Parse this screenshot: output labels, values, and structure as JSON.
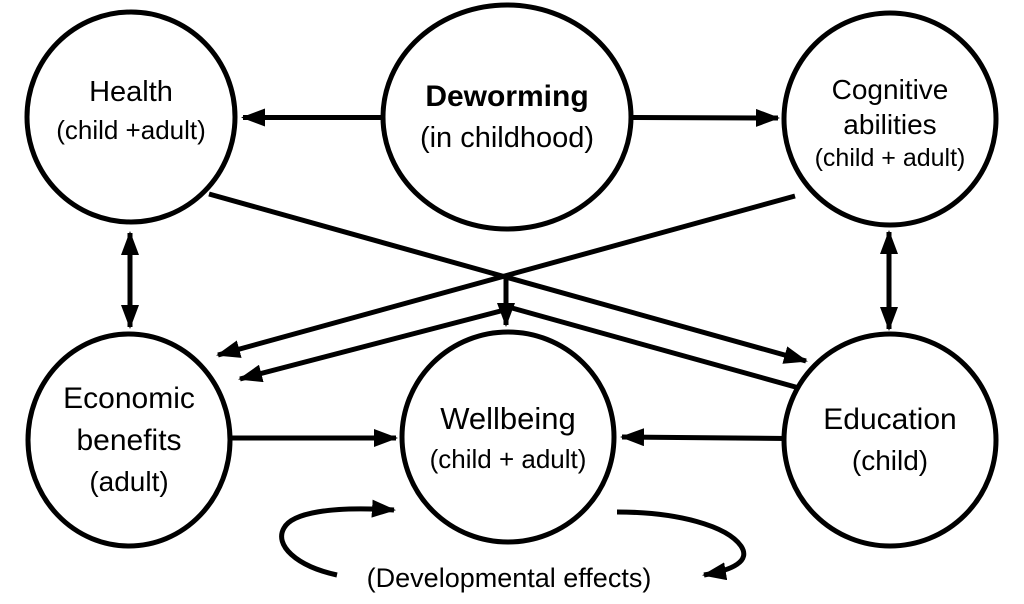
{
  "nodes": {
    "deworming": {
      "line1": "Deworming",
      "line2": "(in childhood)"
    },
    "health": {
      "line1": "Health",
      "line2": "(child +adult)"
    },
    "cognitive": {
      "line1": "Cognitive",
      "line2": "abilities",
      "line3": "(child + adult)"
    },
    "economic": {
      "line1": "Economic",
      "line2": "benefits",
      "line3": "(adult)"
    },
    "wellbeing": {
      "line1": "Wellbeing",
      "line2": "(child + adult)"
    },
    "education": {
      "line1": "Education",
      "line2": "(child)"
    }
  },
  "loop": {
    "label": "(Developmental effects)"
  },
  "edges": [
    {
      "from": "deworming",
      "to": "health",
      "type": "arrow"
    },
    {
      "from": "deworming",
      "to": "cognitive",
      "type": "arrow"
    },
    {
      "from": "deworming",
      "to": "wellbeing",
      "type": "arrow"
    },
    {
      "from": "deworming",
      "to": "economic",
      "type": "arrow"
    },
    {
      "from": "deworming",
      "to": "education",
      "type": "line"
    },
    {
      "from": "health",
      "to": "economic",
      "type": "double-arrow"
    },
    {
      "from": "cognitive",
      "to": "education",
      "type": "double-arrow"
    },
    {
      "from": "health",
      "to": "education",
      "type": "arrow"
    },
    {
      "from": "cognitive",
      "to": "economic",
      "type": "arrow"
    },
    {
      "from": "economic",
      "to": "wellbeing",
      "type": "arrow"
    },
    {
      "from": "education",
      "to": "wellbeing",
      "type": "arrow"
    },
    {
      "from": "wellbeing",
      "to": "wellbeing",
      "type": "curved-arrow",
      "label": "(Developmental effects)"
    }
  ],
  "colors": {
    "stroke": "#000000",
    "background": "#ffffff",
    "node_fill": "#ffffff"
  }
}
